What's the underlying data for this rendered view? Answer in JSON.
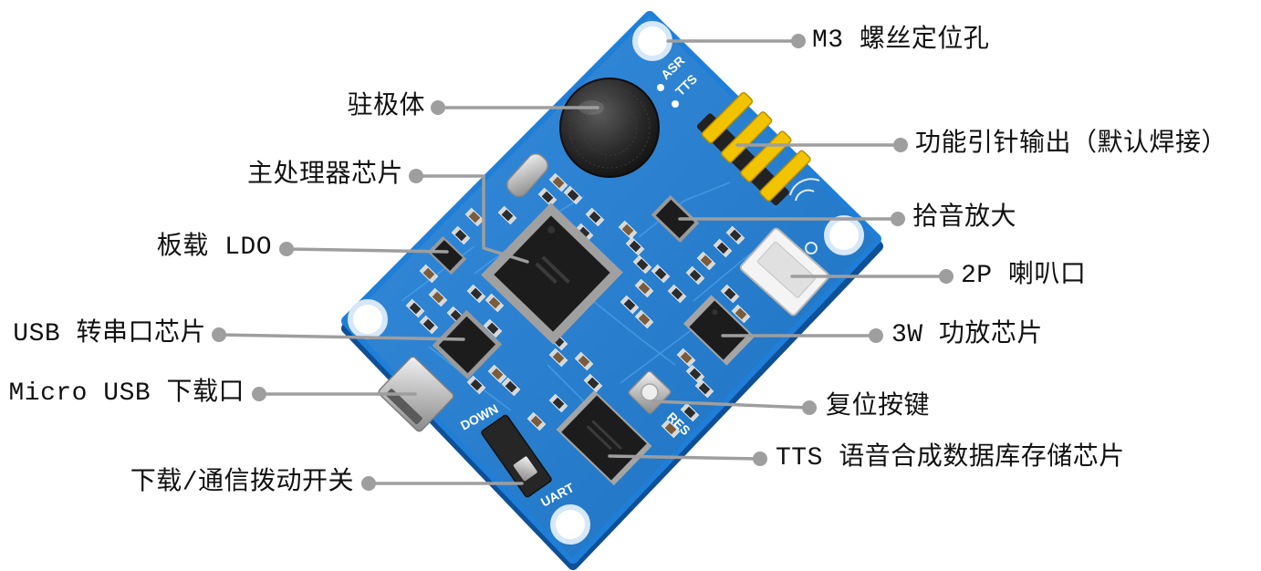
{
  "callouts": {
    "mounting_hole": "M3 螺丝定位孔",
    "pin_header": "功能引针输出（默认焊接）",
    "mic_amp": "拾音放大",
    "speaker_port": "2P 喇叭口",
    "power_amp_chip": "3W 功放芯片",
    "reset_button": "复位按键",
    "tts_flash": "TTS 语音合成数据库存储芯片",
    "electret_mic": "驻极体",
    "main_processor": "主处理器芯片",
    "onboard_ldo": "板载 LDO",
    "usb_serial_chip": "USB 转串口芯片",
    "micro_usb": "Micro USB 下载口",
    "mode_switch": "下载/通信拨动开关"
  },
  "silkscreen": {
    "asr": "ASR",
    "tts": "TTS",
    "down": "DOWN",
    "uart": "UART",
    "reset": "RES"
  },
  "colors": {
    "board": "#1f7fd8",
    "board_edge": "#0f4f96",
    "leader": "#9e9e9e",
    "pins": "#f2c400",
    "chip": "#1c1c1c"
  }
}
